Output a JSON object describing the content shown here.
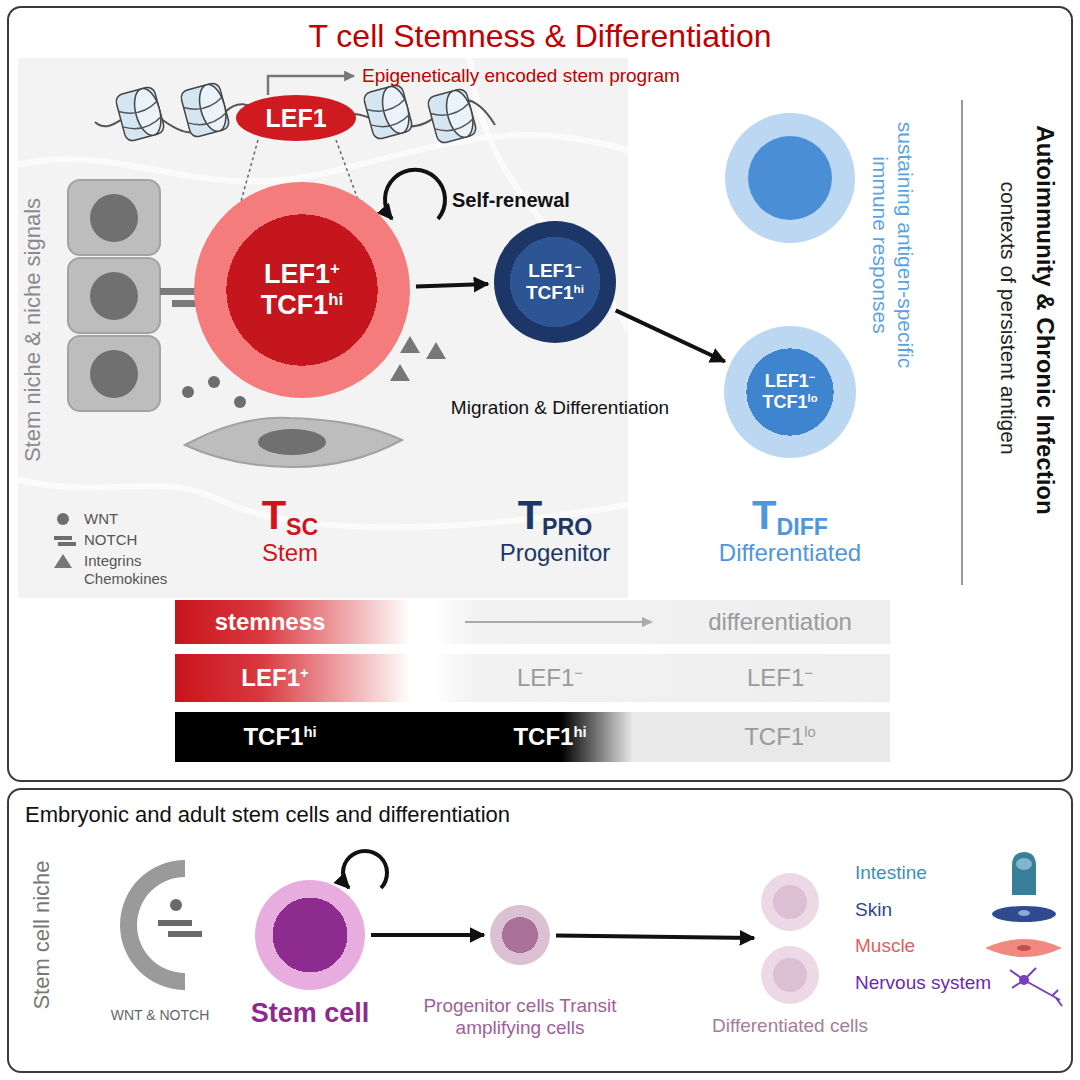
{
  "diagram": {
    "title": "T cell Stemness & Differentiation",
    "nodes": [
      {
        "text": [
          "T cell Stemness & Differentiation"
        ]
      },
      {
        "text": [
          "LEF1"
        ],
        "in": 0
      },
      {
        "text": [
          "LEF1+ TCF1hi"
        ],
        "in": 0
      },
      {
        "text": [
          "LEF1− TCF1hi"
        ],
        "in": 0
      },
      {
        "text": [
          "LEF1− TCF1lo"
        ],
        "in": 0
      },
      {
        "text": [
          "stemness",
          "differentiation"
        ],
        "in": 0
      },
      {
        "text": [
          "LEF1+",
          "LEF1−",
          "LEF1−"
        ],
        "in": 0
      },
      {
        "text": [
          "TCF1hi",
          "TCF1hi",
          "TCF1lo"
        ],
        "in": 0
      },
      {
        "text": [
          "Embryonic and adult stem cells and differentiation"
        ]
      },
      {
        "text": [
          "Stem cell"
        ],
        "in": 8
      },
      {
        "text": [
          "Progenitor cells Transit amplifying cells"
        ],
        "in": 8
      },
      {
        "text": [
          "Differentiated cells"
        ],
        "in": 8
      }
    ],
    "edges": [
      {
        "from": 2,
        "to": 3,
        "arrow": "to"
      },
      {
        "from": 3,
        "to": 4,
        "arrow": "to"
      },
      {
        "from": 9,
        "to": 10,
        "arrow": "to"
      },
      {
        "from": 10,
        "to": 11,
        "arrow": "to"
      }
    ],
    "labels": [
      "Epigenetically encoded stem program",
      "Self-renewal",
      "Stem niche & niche signals",
      "Migration & Differentiation",
      "TSC",
      "Stem",
      "TPRO",
      "Progenitor",
      "TDIFF",
      "Differentiated",
      "Autoimmunity & Chronic Infection",
      "contexts of persistent antigen",
      "sustaining antigen-specific immune responses",
      "Stem cell niche",
      "WNT & NOTCH",
      "Intestine",
      "Skin",
      "Muscle",
      "Nervous system"
    ],
    "legend": [
      {
        "text": "WNT"
      },
      {
        "text": "NOTCH"
      },
      {
        "text": "Integrins Chemokines"
      }
    ]
  }
}
